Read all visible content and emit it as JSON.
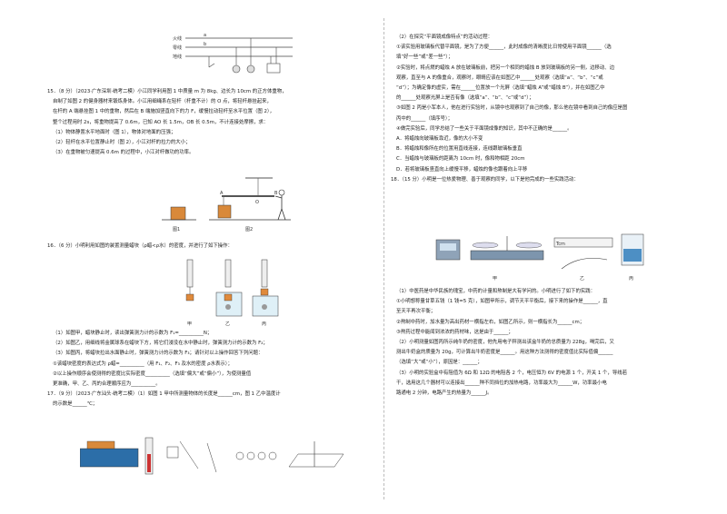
{
  "top_figure": {
    "wire_labels": [
      "火线",
      "零线",
      "地线"
    ],
    "marks": [
      "a",
      "b"
    ]
  },
  "q15": {
    "lines": [
      "15．（8 分）（2023·广东深圳·统考二模）小江同学利用图 1 中质量 m 为 8kg、边长为 10cm 的正方体重物，",
      "自制了如图 2 的健身器材来锻炼身体。小江用细绳系在轻杆（杆重不计）的 O 点，将轻杆悬挂起来，",
      "在杆的 A 端悬挂图 1 中的重物，然后在 B 端施加竖直向下的力 F，缓慢拉动轻杆至水平位置（图 2），",
      "整个过程用时 2s，将重物提高了 0.6m，已知 AO 长 1.5m，OB 长 0.5m，不计连接处摩擦，求：",
      "（1）物体静置水平地面时（图 1），物体对地面的压强；",
      "（2）轻杆在水平位置静止时（图 2），小江对杆的拉力的大小；",
      "（3）在重物被匀速提高 0.6m 的过程中，小江对杆做功的功率。"
    ],
    "fig1": "图1",
    "fig2": "图2",
    "points": [
      "A",
      "O",
      "B"
    ]
  },
  "q16": {
    "lines": [
      "16．（6 分）小明利用如图的装置测量蜡块（ρ蜡<ρ水）的密度，并进行了如下操作：",
      "（1）如图甲，蜡块静止时，读出弹簧测力计的示数为 F₁=__________N；",
      "（2）如图乙，用细线将金属球系在蜡块下方，将它们浸没在水中静止时，弹簧测力计的示数为 F₂；",
      "（3）如图丙，将蜡块拉出水面静止时，弹簧测力计的示数为 F₃；请针对以上操作回答下列问题：",
      "①该蜡块密度的表达式为 ρ蜡=__________（用 F₁、F₂、F₃ 及水的密度 ρ水表示）；",
      "②以上操作顺序会使测得的密度比实际密度__________（选填“偏大”或“偏小”），为使测量值",
      "更准确，甲、乙、丙的合理顺序应为__________。"
    ],
    "captions": [
      "甲",
      "乙",
      "丙"
    ]
  },
  "q17": {
    "lines": [
      "17．（9 分）（2023·广东汕头·统考二模）（1）如图 1 甲中所测量物体的长度是______cm，图 1 乙中温度计",
      "的示数是______℃；"
    ]
  },
  "right": {
    "lines": [
      "（2）在探究“平面镜成像特点”的活动过程：",
      "①该实验用玻璃板代替平面镜，是为了方便______，此时成像的清晰度比日常使用平面镜______（选",
      "填“好一些”或“差一些”）；",
      "②实验时，将点燃的蜡烛 A 放在玻璃板前，把另一个相同的蜡烛 B 放到玻璃板的另一侧，边移动、边",
      "观察，直至与 A 的像重合，观察时，眼睛应该在如图乙中______处观察（选填“a”、“b”、“c”或",
      "“d”）；为确定像的虚实，需在______位置放一个光屏（选填“蜡烛 A”或“蜡烛 B”），并在如图乙中",
      "的______处观察光屏上是否有像（选填“a”、“b”、“c”或“d”）；",
      "③如图 2 丙是小军本人，他在进行实验时，从镜中也观察到了自己的像，那么他在镜中看到自己的像应是图",
      "丙中的______（填序号）；",
      "④做完实验后，同学总结了一些关于平面镜成像的知识，其中不正确的是______。",
      "A．将蜡烛向玻璃板靠近，像的大小不变",
      "B．将蜡烛和像所在的位置用直线连接，连线跟玻璃板垂直",
      "C．当蜡烛与玻璃板的距离为 10cm 时，像和物相距 20cm",
      "D．若将玻璃板竖直向上缓慢平移，蜡烛的像也跟着向上平移"
    ]
  },
  "q18": {
    "intro": "18．（15 分）小明是一位热爱物理、善于观察的同学，以下是他完成的一些实践活动：",
    "captions": [
      "甲",
      "乙",
      "丙"
    ],
    "lines": [
      "（1）中医药是中华民族的瑰宝，中药的计量和熬制是大有学问的。小明进行了如下的实践：",
      "①小明想称量甘草五钱（1 钱=5 克），如图甲所示，调节天平平衡后，接下来的操作是______，直",
      "至天平再次平衡；",
      "②熬制中药时，加水量为高出药材一横指左右，如图乙所示，则一横指长为______cm；",
      "③熬药过程中能闻到浓浓的药材味，这是由于______；",
      "（2）小明测量如图丙所示纯牛奶的密度，他先用电子秤测出该盒牛奶的总质量为 228g，喝完后，又",
      "测出牛奶盒的质量为 20g，可计算出牛奶密度是______。用这种方法测得的密度值比实际值偏______",
      "（选填“大”或“小”），原因是：______；",
      "（3）小明的实验盒中有阻值为 6Ω 和 12Ω 的电阻各 2 个，电压恒为 6V 的电源 1 个，开关 1 个，导线若",
      "干，选用这几个器材可以连接出______种不同挡位的加热电路，功率最大为______W，功率最小电",
      "路通电 2 分钟，电路产生的热量为______J。"
    ],
    "ruler_text": "Tcm"
  }
}
